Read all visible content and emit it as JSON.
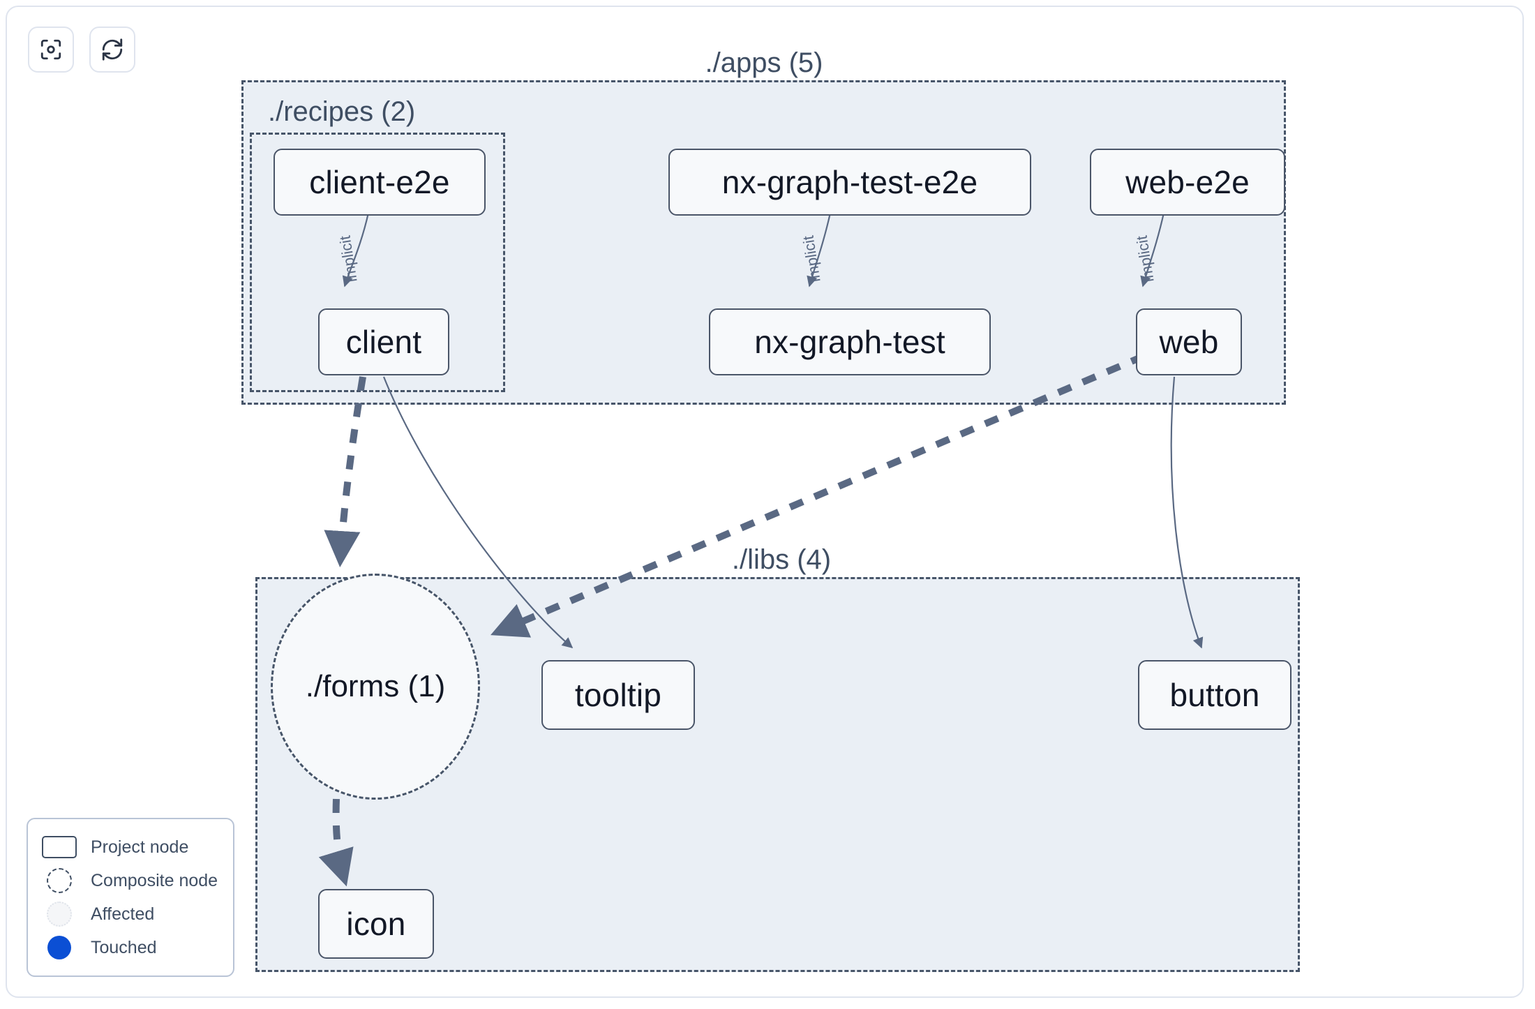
{
  "toolbar": {
    "buttons": [
      {
        "name": "focus-graph-button",
        "icon": "focus-target-icon",
        "label": "Focus graph"
      },
      {
        "name": "refresh-graph-button",
        "icon": "refresh-sync-icon",
        "label": "Refresh graph"
      }
    ]
  },
  "graph": {
    "groups": [
      {
        "id": "apps",
        "label": "./apps (5)",
        "count": 5
      },
      {
        "id": "recipes",
        "label": "./recipes (2)",
        "count": 2
      },
      {
        "id": "libs",
        "label": "./libs (4)",
        "count": 4
      }
    ],
    "nodes": [
      {
        "id": "client-e2e",
        "label": "client-e2e",
        "type": "project",
        "group": "recipes"
      },
      {
        "id": "client",
        "label": "client",
        "type": "project",
        "group": "recipes"
      },
      {
        "id": "nx-graph-test-e2e",
        "label": "nx-graph-test-e2e",
        "type": "project",
        "group": "apps"
      },
      {
        "id": "nx-graph-test",
        "label": "nx-graph-test",
        "type": "project",
        "group": "apps"
      },
      {
        "id": "web-e2e",
        "label": "web-e2e",
        "type": "project",
        "group": "apps"
      },
      {
        "id": "web",
        "label": "web",
        "type": "project",
        "group": "apps"
      },
      {
        "id": "forms",
        "label": "./forms (1)",
        "type": "composite",
        "group": "libs"
      },
      {
        "id": "tooltip",
        "label": "tooltip",
        "type": "project",
        "group": "libs"
      },
      {
        "id": "button",
        "label": "button",
        "type": "project",
        "group": "libs"
      },
      {
        "id": "icon",
        "label": "icon",
        "type": "project",
        "group": "libs"
      }
    ],
    "edges": [
      {
        "from": "client-e2e",
        "to": "client",
        "label": "implicit",
        "style": "thin-solid"
      },
      {
        "from": "nx-graph-test-e2e",
        "to": "nx-graph-test",
        "label": "implicit",
        "style": "thin-solid"
      },
      {
        "from": "web-e2e",
        "to": "web",
        "label": "implicit",
        "style": "thin-solid"
      },
      {
        "from": "client",
        "to": "forms",
        "label": "",
        "style": "thick-dashed"
      },
      {
        "from": "client",
        "to": "tooltip",
        "label": "",
        "style": "thin-solid"
      },
      {
        "from": "web",
        "to": "forms",
        "label": "",
        "style": "thick-dashed"
      },
      {
        "from": "web",
        "to": "button",
        "label": "",
        "style": "thin-solid"
      },
      {
        "from": "forms",
        "to": "icon",
        "label": "",
        "style": "thick-dashed"
      }
    ],
    "edge_labels": [
      {
        "id": "edge-label-client-e2e",
        "text": "implicit"
      },
      {
        "id": "edge-label-nx-graph-test-e2e",
        "text": "implicit"
      },
      {
        "id": "edge-label-web-e2e",
        "text": "implicit"
      }
    ]
  },
  "legend": {
    "items": [
      {
        "swatch": "project-node-swatch",
        "label": "Project node"
      },
      {
        "swatch": "composite-node-swatch",
        "label": "Composite node"
      },
      {
        "swatch": "affected-swatch",
        "label": "Affected"
      },
      {
        "swatch": "touched-swatch",
        "label": "Touched"
      }
    ]
  },
  "colors": {
    "group_border": "#475569",
    "group_fill": "#eaeff5",
    "node_border": "#4a5568",
    "node_fill": "#f7f9fb",
    "node_text": "#121826",
    "edge": "#5a6983",
    "touched": "#0b4fd4",
    "frame_border": "#dfe4ee",
    "canvas": "#ffffff"
  }
}
